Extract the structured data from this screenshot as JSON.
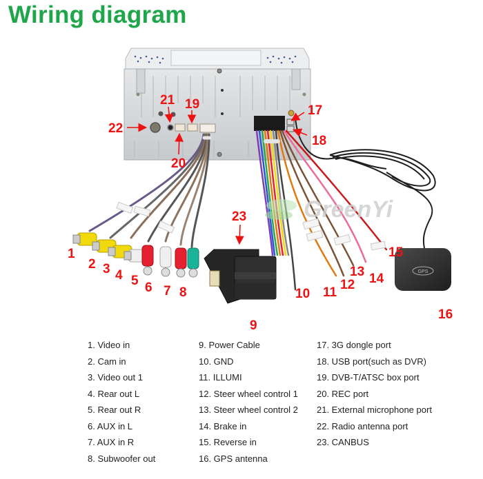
{
  "title": "Wiring diagram",
  "watermark": "GreenYi",
  "gps_label": "GPS",
  "colors": {
    "title": "#1fa64a",
    "callout": "#ee1111"
  },
  "callouts": [
    "1",
    "2",
    "3",
    "4",
    "5",
    "6",
    "7",
    "8",
    "9",
    "10",
    "11",
    "12",
    "13",
    "14",
    "15",
    "16",
    "17",
    "18",
    "19",
    "20",
    "21",
    "22",
    "23"
  ],
  "legend": {
    "column1": [
      "1. Video in",
      "2. Cam in",
      "3. Video out 1",
      "4. Rear out L",
      "5. Rear out R",
      "6. AUX in L",
      "7. AUX in R",
      "8. Subwoofer out"
    ],
    "column2": [
      "9. Power Cable",
      "10. GND",
      "11. ILLUMI",
      "12. Steer wheel control 1",
      "13. Steer wheel control 2",
      "14. Brake in",
      "15. Reverse in",
      "16. GPS antenna"
    ],
    "column3": [
      "17. 3G dongle port",
      "18. USB port(such as DVR)",
      "19. DVB-T/ATSC box port",
      "20. REC port",
      "21. External microphone port",
      "22. Radio antenna port",
      "23. CANBUS"
    ]
  }
}
